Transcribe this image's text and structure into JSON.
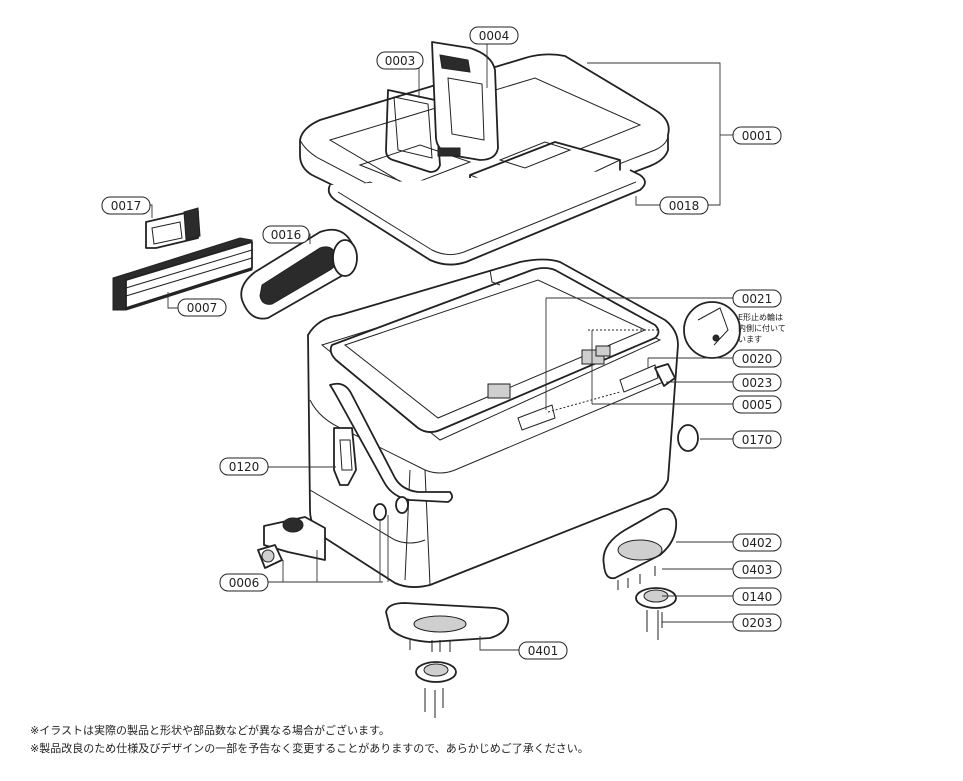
{
  "part_labels": [
    {
      "id": "0001",
      "text": "0001"
    },
    {
      "id": "0003",
      "text": "0003"
    },
    {
      "id": "0004",
      "text": "0004"
    },
    {
      "id": "0005",
      "text": "0005"
    },
    {
      "id": "0006",
      "text": "0006"
    },
    {
      "id": "0007",
      "text": "0007"
    },
    {
      "id": "0016",
      "text": "0016"
    },
    {
      "id": "0017",
      "text": "0017"
    },
    {
      "id": "0018",
      "text": "0018"
    },
    {
      "id": "0020",
      "text": "0020"
    },
    {
      "id": "0021",
      "text": "0021"
    },
    {
      "id": "0023",
      "text": "0023"
    },
    {
      "id": "0120",
      "text": "0120"
    },
    {
      "id": "0140",
      "text": "0140"
    },
    {
      "id": "0170",
      "text": "0170"
    },
    {
      "id": "0203",
      "text": "0203"
    },
    {
      "id": "0401",
      "text": "0401"
    },
    {
      "id": "0402",
      "text": "0402"
    },
    {
      "id": "0403",
      "text": "0403"
    }
  ],
  "callout_note": [
    "E形止め輪は",
    "内側に付いて",
    "います"
  ],
  "footer_notes": [
    "※イラストは実際の製品と形状や部品数などが異なる場合がございます。",
    "※製品改良のため仕様及びデザインの一部を予告なく変更することがありますので、あらかじめご了承ください。"
  ]
}
